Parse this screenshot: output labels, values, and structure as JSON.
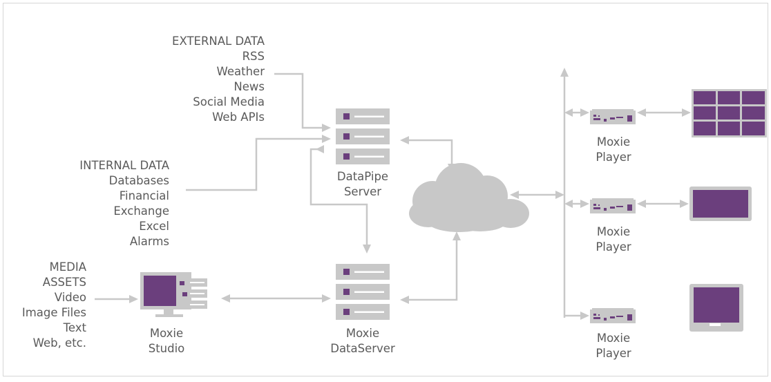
{
  "colors": {
    "accent": "#6b3f7d",
    "device_gray": "#c8c8c8",
    "text": "#5a5a5a"
  },
  "sources": {
    "external": [
      "EXTERNAL DATA",
      "RSS",
      "Weather",
      "News",
      "Social Media",
      "Web APIs"
    ],
    "internal": [
      "INTERNAL DATA",
      "Databases",
      "Financial",
      "Exchange",
      "Excel",
      "Alarms"
    ],
    "media": [
      "MEDIA",
      "ASSETS",
      "Video",
      "Image Files",
      "Text",
      "Web, etc."
    ]
  },
  "nodes": {
    "datapipe": {
      "line1": "DataPipe",
      "line2": "Server",
      "icon": "server-rack-icon"
    },
    "dataserver": {
      "line1": "Moxie",
      "line2": "DataServer",
      "icon": "server-rack-icon"
    },
    "studio": {
      "line1": "Moxie",
      "line2": "Studio",
      "icon": "workstation-icon"
    },
    "cloud": {
      "icon": "cloud-icon"
    }
  },
  "players": [
    {
      "line1": "Moxie",
      "line2": "Player",
      "display": "video-wall-icon"
    },
    {
      "line1": "Moxie",
      "line2": "Player",
      "display": "landscape-display-icon"
    },
    {
      "line1": "Moxie",
      "line2": "Player",
      "display": "portrait-kiosk-icon"
    }
  ]
}
